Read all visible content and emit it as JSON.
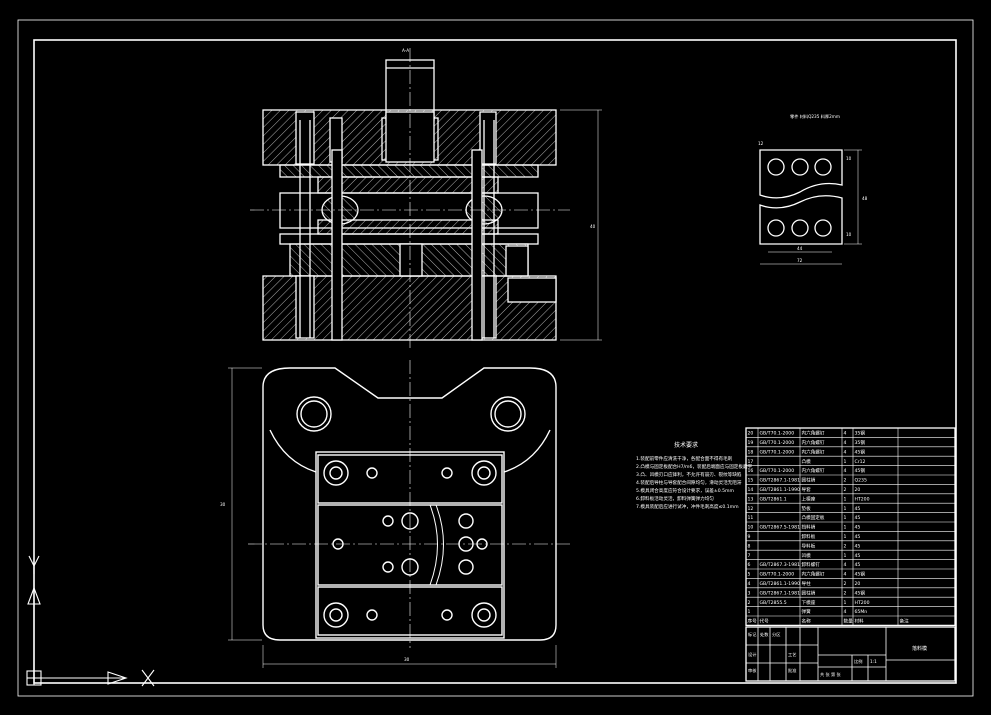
{
  "colors": {
    "background": "#000000",
    "line": "#ffffff",
    "center_line": "#ffffff"
  },
  "drawing": {
    "dimensions": {
      "top_axis": "A-A",
      "right_height": "40",
      "plan_height": "30",
      "plan_width": "30",
      "detail_top": "12",
      "detail_width": "44",
      "detail_width_outer": "72",
      "detail_right_a": "10",
      "detail_right_b": "10",
      "detail_right_c": "48"
    },
    "part_caption": "零件  材料Q235  料厚2mm",
    "notes": {
      "title": "技术要求",
      "lines": [
        "1.装配前零件应清洗干净，各配合面不得有毛刺",
        "2.凸模与固定板配合H7/m6，装配后端面应与固定板磨平",
        "3.凸、凹模刃口应锋利，不允许有崩刃、裂纹等缺陷",
        "4.装配后导柱与导套配合间隙均匀，滑动灵活无阻滞",
        "5.模具闭合高度应符合设计要求，误差±0.5mm",
        "6.卸料板活动灵活，卸料弹簧弹力均匀",
        "7.模具装配后应进行试冲，冲件毛刺高度≤0.1mm"
      ]
    },
    "bom": {
      "rows": [
        {
          "no": "20",
          "std": "GB/T70.1-2000",
          "name": "内六角螺钉",
          "qty": "4",
          "mat": "35钢",
          "note": ""
        },
        {
          "no": "19",
          "std": "GB/T70.1-2000",
          "name": "内六角螺钉",
          "qty": "4",
          "mat": "35钢",
          "note": ""
        },
        {
          "no": "18",
          "std": "GB/T70.1-2000",
          "name": "内六角螺钉",
          "qty": "4",
          "mat": "45钢",
          "note": ""
        },
        {
          "no": "17",
          "std": "",
          "name": "凸模",
          "qty": "1",
          "mat": "Cr12",
          "note": ""
        },
        {
          "no": "16",
          "std": "GB/T70.1-2000",
          "name": "内六角螺钉",
          "qty": "4",
          "mat": "45钢",
          "note": ""
        },
        {
          "no": "15",
          "std": "GB/T2867.1-1981",
          "name": "圆柱销",
          "qty": "2",
          "mat": "Q235",
          "note": ""
        },
        {
          "no": "14",
          "std": "GB/T2861.1-1990",
          "name": "导套",
          "qty": "2",
          "mat": "20",
          "note": ""
        },
        {
          "no": "13",
          "std": "GB/T2861.1",
          "name": "上模座",
          "qty": "1",
          "mat": "HT200",
          "note": ""
        },
        {
          "no": "12",
          "std": "",
          "name": "垫板",
          "qty": "1",
          "mat": "45",
          "note": ""
        },
        {
          "no": "11",
          "std": "",
          "name": "凸模固定板",
          "qty": "1",
          "mat": "45",
          "note": ""
        },
        {
          "no": "10",
          "std": "GB/T2867.5-1981",
          "name": "挡料销",
          "qty": "1",
          "mat": "45",
          "note": ""
        },
        {
          "no": "9",
          "std": "",
          "name": "卸料板",
          "qty": "1",
          "mat": "45",
          "note": ""
        },
        {
          "no": "8",
          "std": "",
          "name": "导料板",
          "qty": "2",
          "mat": "45",
          "note": ""
        },
        {
          "no": "7",
          "std": "",
          "name": "凹模",
          "qty": "1",
          "mat": "45",
          "note": ""
        },
        {
          "no": "6",
          "std": "GB/T2867.3-1981",
          "name": "卸料螺钉",
          "qty": "4",
          "mat": "45",
          "note": ""
        },
        {
          "no": "5",
          "std": "GB/T70.1-2000",
          "name": "内六角螺钉",
          "qty": "4",
          "mat": "45钢",
          "note": ""
        },
        {
          "no": "4",
          "std": "GB/T2861.1-1990",
          "name": "导柱",
          "qty": "2",
          "mat": "20",
          "note": ""
        },
        {
          "no": "3",
          "std": "GB/T2867.1-1981",
          "name": "圆柱销",
          "qty": "2",
          "mat": "45钢",
          "note": ""
        },
        {
          "no": "2",
          "std": "GB/T2855.5",
          "name": "下模座",
          "qty": "1",
          "mat": "HT200",
          "note": ""
        },
        {
          "no": "1",
          "std": "",
          "name": "弹簧",
          "qty": "4",
          "mat": "65Mn",
          "note": ""
        }
      ],
      "header": {
        "no": "序号",
        "std": "代号",
        "name": "名称",
        "qty": "数量",
        "mat": "材料",
        "note": "备注"
      }
    },
    "title_block": {
      "drawing_name": "落料模",
      "labels": [
        "标记",
        "处数",
        "分区",
        "设计",
        "审核",
        "工艺",
        "批准"
      ],
      "scale_label": "比例",
      "scale": "1:1",
      "sheet": "共 张 第 张"
    },
    "ucs": {
      "y_label": "Y",
      "x_label": "X"
    }
  }
}
